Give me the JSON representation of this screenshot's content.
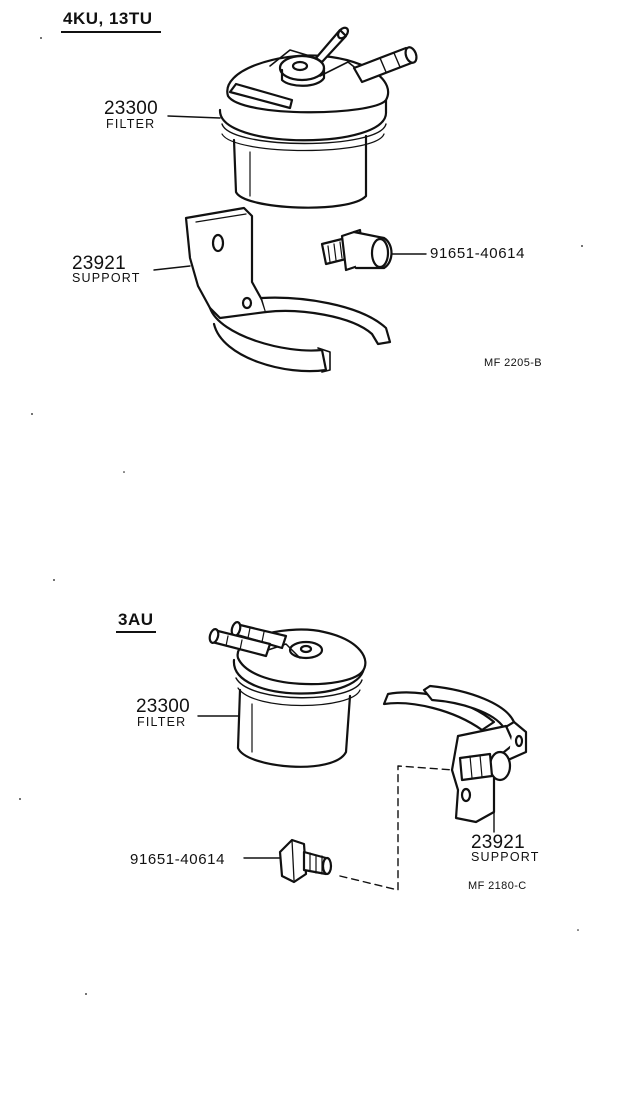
{
  "sections": [
    {
      "variant": "4KU, 13TU",
      "filter": {
        "part_no": "23300",
        "name": "FILTER"
      },
      "support": {
        "part_no": "23921",
        "name": "SUPPORT"
      },
      "bolt": {
        "part_no": "91651-40614"
      },
      "ref": "MF 2205-B"
    },
    {
      "variant": "3AU",
      "filter": {
        "part_no": "23300",
        "name": "FILTER"
      },
      "support": {
        "part_no": "23921",
        "name": "SUPPORT"
      },
      "bolt": {
        "part_no": "91651-40614"
      },
      "ref": "MF 2180-C"
    }
  ]
}
